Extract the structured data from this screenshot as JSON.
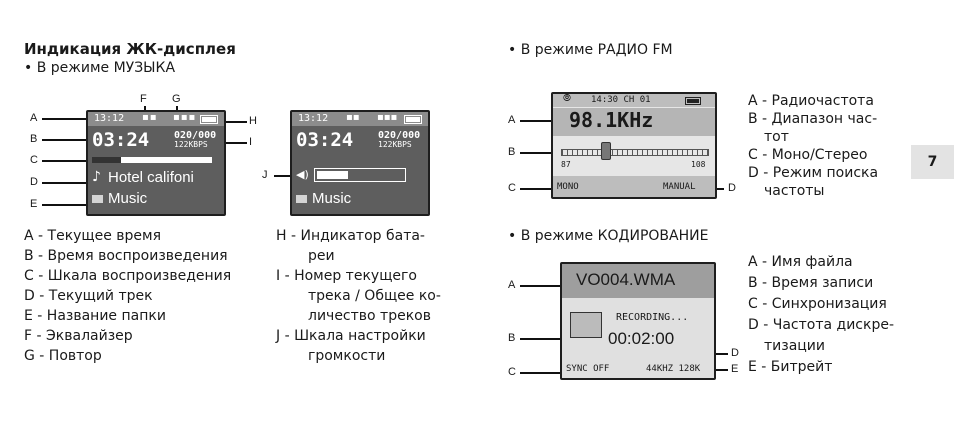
{
  "left": {
    "title": "Индикация ЖК-дисплея",
    "mode_music": "• В режиме МУЗЫКА",
    "lcd1": {
      "time": "13:12",
      "play_time": "03:24",
      "track_count": "020/000",
      "bitrate": "122KBPS",
      "track": "Hotel califoni",
      "folder": "Music"
    },
    "lcd2": {
      "time": "13:12",
      "play_time": "03:24",
      "track_count": "020/000",
      "bitrate": "122KBPS",
      "folder": "Music"
    },
    "markers": {
      "A": "A",
      "B": "B",
      "C": "C",
      "D": "D",
      "E": "E",
      "F": "F",
      "G": "G",
      "H": "H",
      "I": "I",
      "J": "J"
    },
    "legend_left": [
      "A - Текущее время",
      "B - Время воспроизведения",
      "C - Шкала воспроизведения",
      "D - Текущий трек",
      "E - Название папки",
      "F - Эквалайзер",
      "G - Повтор"
    ],
    "legend_right": [
      "H - Индикатор бата-",
      "реи",
      "I - Номер текущего",
      "трека / Общее ко-",
      "личество треков",
      "J - Шкала настройки",
      "громкости"
    ]
  },
  "right": {
    "mode_radio": "• В режиме РАДИО FM",
    "radio_lcd": {
      "status": "14:30 CH 01",
      "frequency": "98.1KHz",
      "scale_min": "87",
      "scale_max": "108",
      "mono": "MONO",
      "manual": "MANUAL"
    },
    "radio_markers": {
      "A": "A",
      "B": "B",
      "C": "C",
      "D": "D"
    },
    "radio_legend": [
      "A - Радиочастота",
      "B - Диапазон час-",
      "тот",
      "C - Моно/Стерео",
      "D - Режим поиска",
      "частоты"
    ],
    "mode_rec": "• В режиме КОДИРОВАНИЕ",
    "rec_lcd": {
      "filename": "VO004.WMA",
      "recording": "RECORDING...",
      "time": "00:02:00",
      "sync": "SYNC OFF",
      "rate": "44KHZ 128K"
    },
    "rec_markers": {
      "A": "A",
      "B": "B",
      "C": "C",
      "D": "D",
      "E": "E"
    },
    "rec_legend": [
      "A - Имя файла",
      "B - Время записи",
      "C - Синхронизация",
      "D - Частота дискре-",
      "тизации",
      "E - Битрейт"
    ]
  },
  "page_number": "7"
}
